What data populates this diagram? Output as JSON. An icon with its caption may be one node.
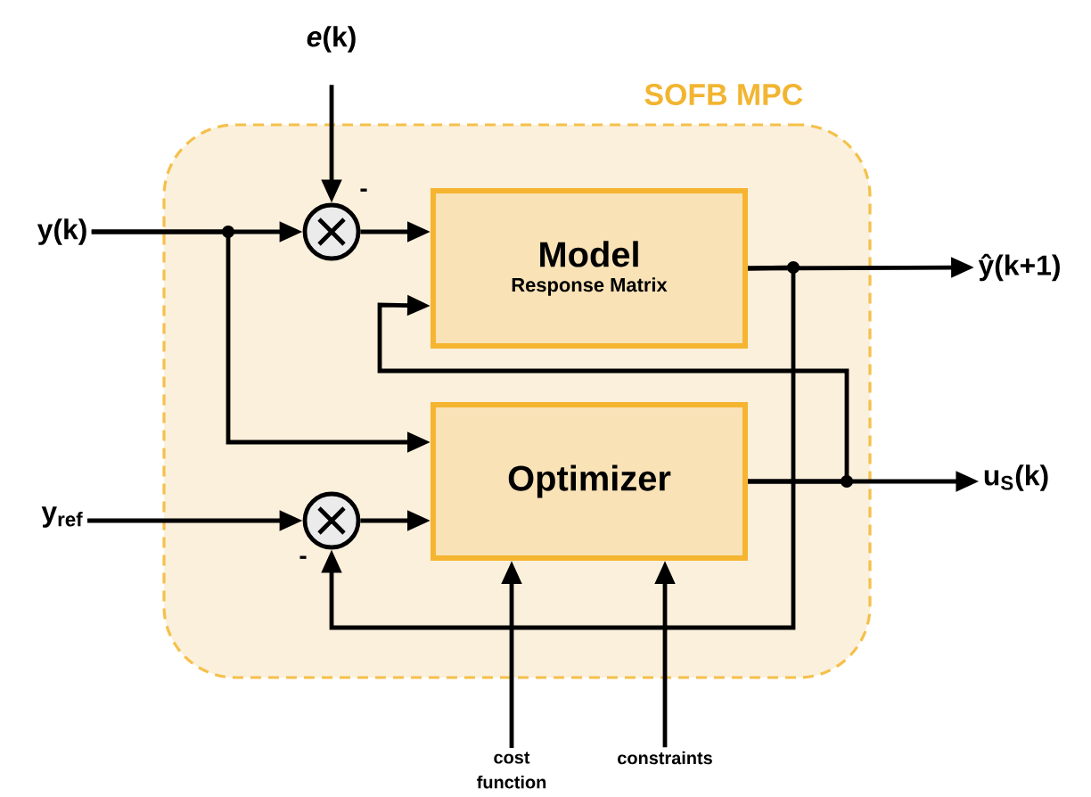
{
  "diagram": {
    "nodes": [
      {
        "text": [
          "SOFB MPC"
        ]
      },
      {
        "text": [
          "Model",
          "Response Matrix"
        ],
        "in": 0
      },
      {
        "text": [
          "Optimizer"
        ],
        "in": 0
      },
      {
        "text": [],
        "shape": "circle",
        "in": 0
      },
      {
        "text": [],
        "shape": "circle",
        "in": 0
      },
      {
        "text": [
          "*e*(k)"
        ]
      },
      {
        "text": [
          "y(k)"
        ]
      },
      {
        "text": [
          "y$_{ref}$"
        ]
      },
      {
        "text": [
          "ŷ(k+1)"
        ]
      },
      {
        "text": [
          "u$_{S}$(k)"
        ]
      },
      {
        "text": [
          "cost function"
        ]
      },
      {
        "text": [
          "constraints"
        ]
      }
    ],
    "edges": [
      {
        "from": 5,
        "to": 3,
        "arrow": "to"
      },
      {
        "from": 6,
        "to": 3,
        "arrow": "to"
      },
      {
        "from": 6,
        "to": 2,
        "arrow": "to"
      },
      {
        "from": 3,
        "to": 1,
        "arrow": "to"
      },
      {
        "from": 7,
        "to": 4,
        "arrow": "to"
      },
      {
        "from": 4,
        "to": 2,
        "arrow": "to"
      },
      {
        "from": 1,
        "to": 8,
        "arrow": "to"
      },
      {
        "from": 1,
        "to": 4,
        "arrow": "to"
      },
      {
        "from": 2,
        "to": 9,
        "arrow": "to"
      },
      {
        "from": 2,
        "to": 1,
        "arrow": "to"
      },
      {
        "from": 10,
        "to": 2,
        "arrow": "to"
      },
      {
        "from": 11,
        "to": 2,
        "arrow": "to"
      }
    ],
    "labels": [
      "-",
      "-"
    ]
  }
}
